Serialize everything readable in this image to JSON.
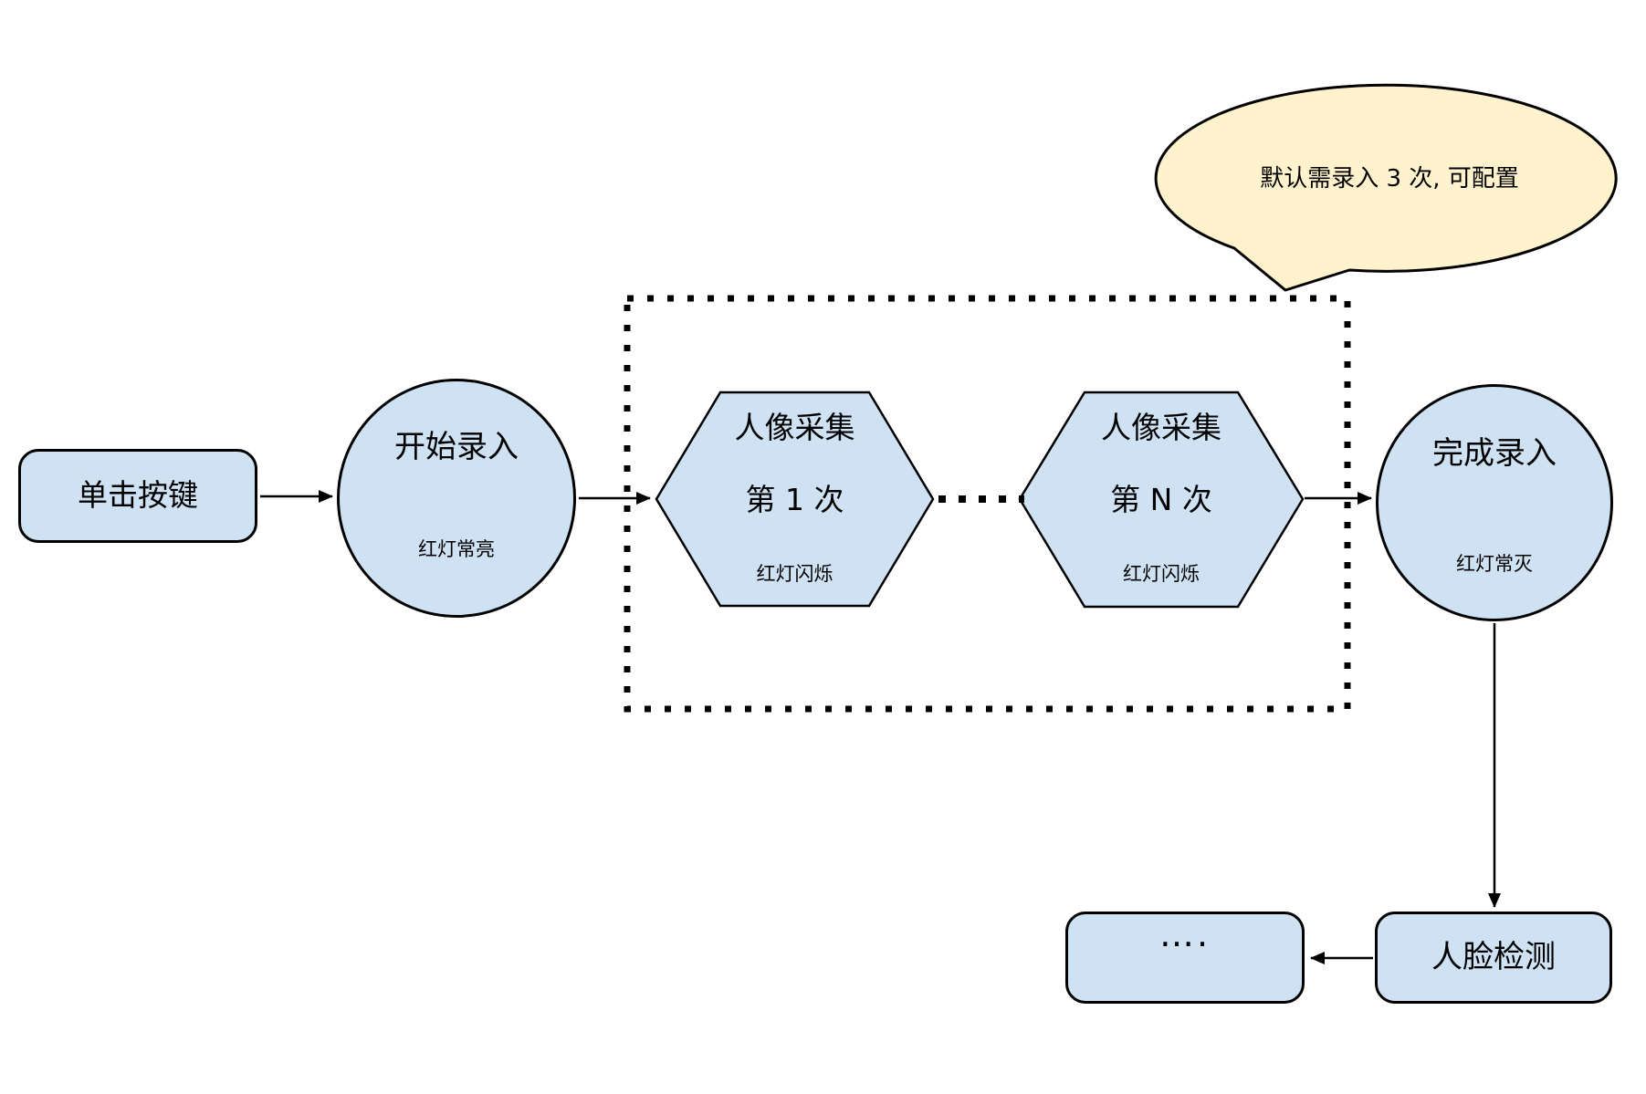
{
  "diagram": {
    "title_hint": "face-enrollment-flowchart",
    "colors": {
      "node_fill": "#cfe2f3",
      "callout_fill": "#fff2cc",
      "stroke": "#000000"
    },
    "nodes": {
      "click_button": {
        "label": "单击按键"
      },
      "start_enroll": {
        "title": "开始录入",
        "subtitle": "红灯常亮"
      },
      "capture_first": {
        "line1": "人像采集",
        "line2": "第 1 次",
        "subtitle": "红灯闪烁"
      },
      "capture_nth": {
        "line1": "人像采集",
        "line2": "第 N 次",
        "subtitle": "红灯闪烁"
      },
      "finish_enroll": {
        "title": "完成录入",
        "subtitle": "红灯常灭"
      },
      "face_detect": {
        "label": "人脸检测"
      },
      "more_steps": {
        "label": "…."
      },
      "callout": {
        "text": "默认需录入 3 次, 可配置"
      }
    }
  }
}
